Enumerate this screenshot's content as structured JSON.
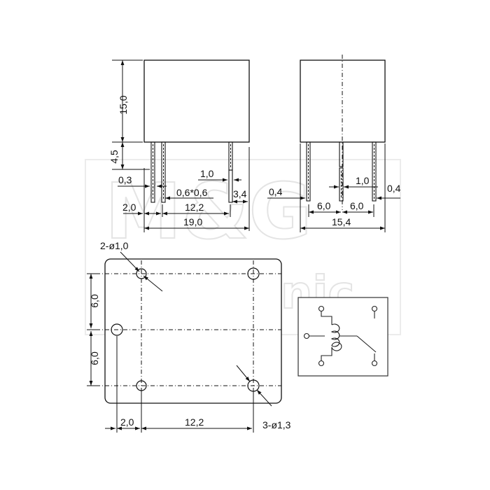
{
  "watermark": {
    "line1": "M&G",
    "line2": "electronic"
  },
  "side_view": {
    "height_body": "15,0",
    "height_pin": "4,5",
    "pin_thickness": "0,3",
    "pin_section": "0,6*0,6",
    "pin_width": "1,0",
    "pin_offset_right": "3,4",
    "pin_offset_left": "2,0",
    "pin_pitch": "12,2",
    "total_length": "19,0"
  },
  "front_view": {
    "left_clearance": "0,4",
    "right_clearance": "0,4",
    "pin_width": "1,0",
    "pitch_left": "6,0",
    "pitch_right": "6,0",
    "total_width": "15,4"
  },
  "footprint": {
    "small_holes": "2-ø1,0",
    "large_holes": "3-ø1,3",
    "row_spacing_top": "6,0",
    "row_spacing_bottom": "6,0",
    "offset_left": "2,0",
    "pitch": "12,2"
  }
}
